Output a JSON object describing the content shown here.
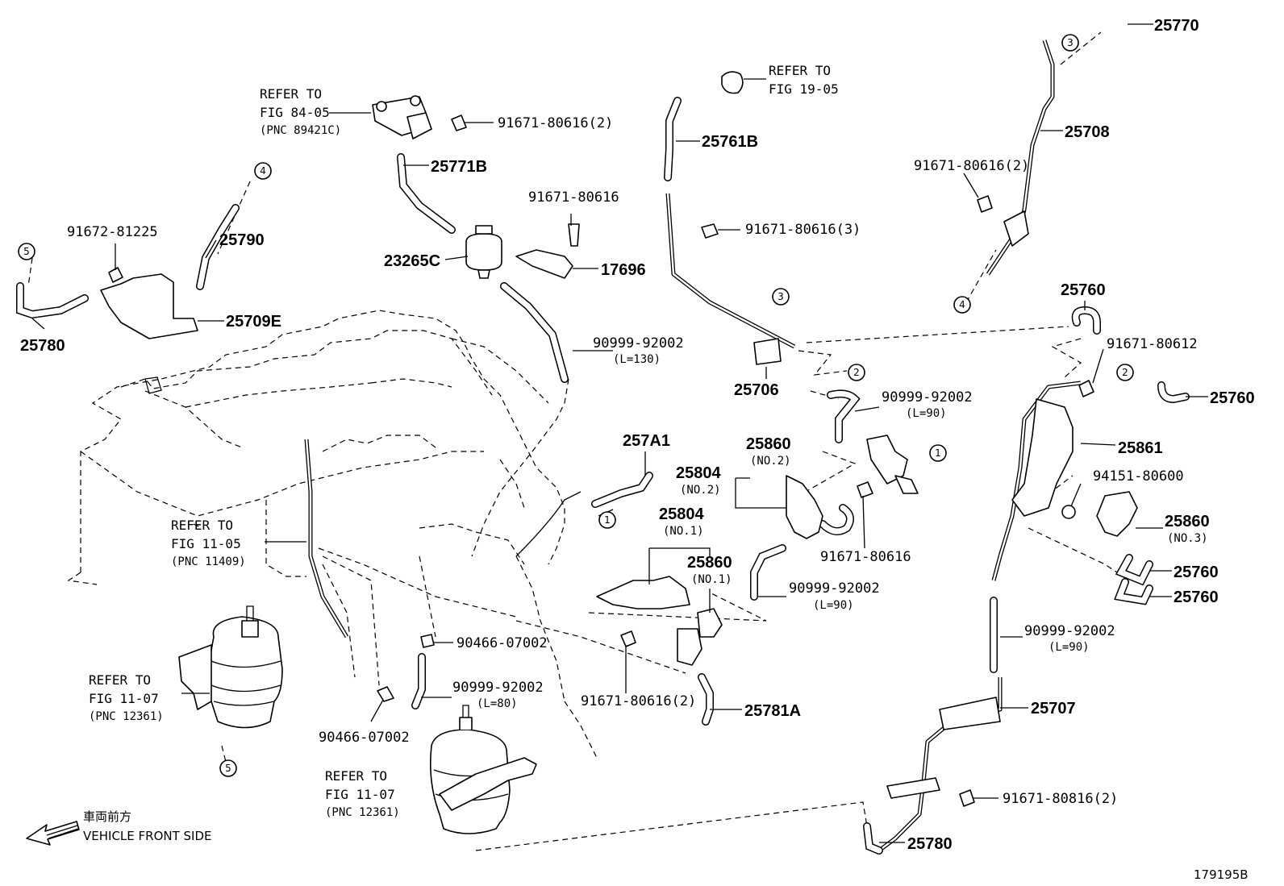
{
  "diagram_id": "179195B",
  "front_label": {
    "jp": "車両前方",
    "en": "VEHICLE FRONT SIDE"
  },
  "refs": {
    "fig8405": {
      "l1": "REFER TO",
      "l2": "FIG 84-05",
      "l3": "(PNC 89421C)"
    },
    "fig1905": {
      "l1": "REFER TO",
      "l2": "FIG 19-05"
    },
    "fig1105": {
      "l1": "REFER TO",
      "l2": "FIG 11-05",
      "l3": "(PNC 11409)"
    },
    "fig1107a": {
      "l1": "REFER TO",
      "l2": "FIG 11-07",
      "l3": "(PNC 12361)"
    },
    "fig1107b": {
      "l1": "REFER TO",
      "l2": "FIG 11-07",
      "l3": "(PNC 12361)"
    }
  },
  "parts": {
    "p25770": "25770",
    "p25708": "25708",
    "p91671_80616_2_tr": "91671-80616(2)",
    "p25761B": "25761B",
    "p91671_80616_3": "91671-80616(3)",
    "p91671_80616_2_top": "91671-80616(2)",
    "p25771B": "25771B",
    "p91671_80616_mid": "91671-80616",
    "p23265C": "23265C",
    "p17696": "17696",
    "p91672_81225": "91672-81225",
    "p25790": "25790",
    "p25709E": "25709E",
    "p25780_left": "25780",
    "p90999_92002_L130": "90999-92002",
    "p25706": "25706",
    "p25760_top": "25760",
    "p91671_80612": "91671-80612",
    "p25760_right": "25760",
    "p90999_92002_L90_a": "90999-92002",
    "p25861": "25861",
    "p257A1": "257A1",
    "p25860_no2": "25860",
    "p25804_no2": "25804",
    "p94151_80600": "94151-80600",
    "p25860_no3": "25860",
    "p25804_no1": "25804",
    "p91671_80616_c": "91671-80616",
    "p25860_no1": "25860",
    "p25760_b1": "25760",
    "p25760_b2": "25760",
    "p90999_92002_L90_b": "90999-92002",
    "p90466_07002_a": "90466-07002",
    "p90999_92002_L90_c": "90999-92002",
    "p90999_92002_L80": "90999-92002",
    "p91671_80616_2_bot": "91671-80616(2)",
    "p25781A": "25781A",
    "p25707": "25707",
    "p90466_07002_b": "90466-07002",
    "p91671_80816_2": "91671-80816(2)",
    "p25780_bottom": "25780"
  },
  "subs": {
    "L130": "(L=130)",
    "L90_a": "(L=90)",
    "L90_b": "(L=90)",
    "L90_c": "(L=90)",
    "L80": "(L=80)",
    "no2a": "(NO.2)",
    "no2b": "(NO.2)",
    "no1a": "(NO.1)",
    "no1b": "(NO.1)",
    "no3": "(NO.3)"
  },
  "circles": {
    "c1": "1",
    "c2": "2",
    "c3": "3",
    "c4": "4",
    "c5": "5"
  }
}
